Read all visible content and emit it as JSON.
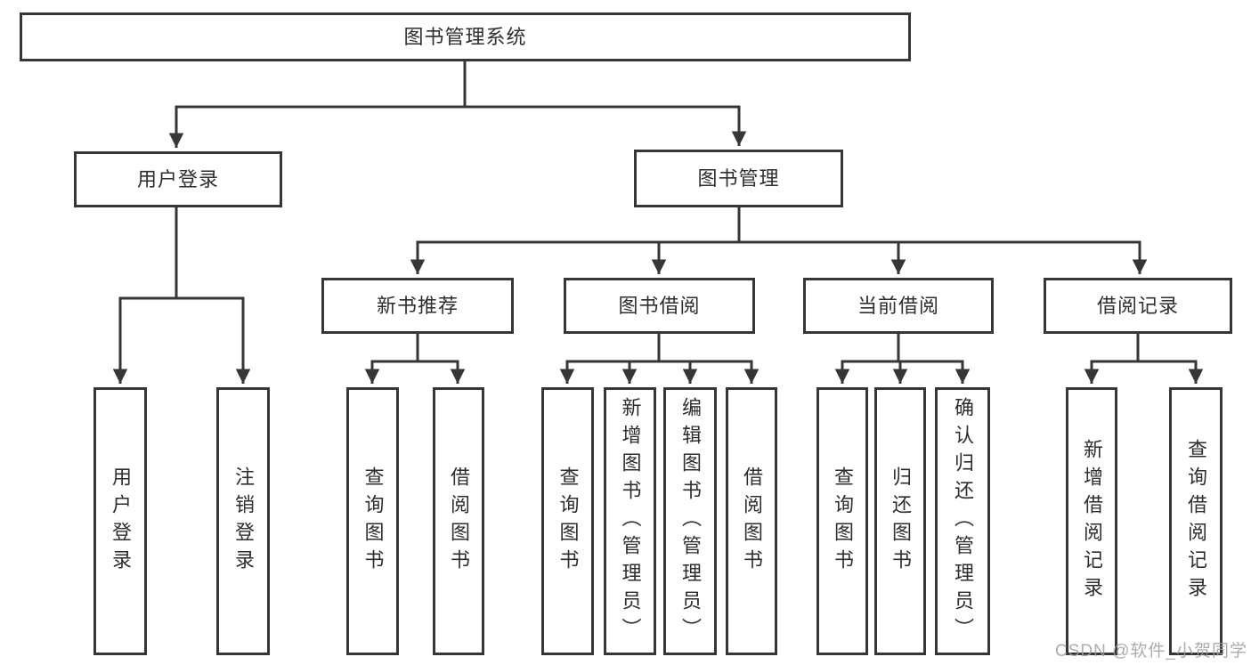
{
  "diagram": {
    "title": "图书管理系统",
    "root": "图书管理系统",
    "level2": {
      "user_login": "用户登录",
      "book_mgmt": "图书管理"
    },
    "level3": {
      "new_book": "新书推荐",
      "book_borrow": "图书借阅",
      "current_borrow": "当前借阅",
      "borrow_record": "借阅记录"
    },
    "leaves": {
      "user_login": [
        "用户登录",
        "注销登录"
      ],
      "new_book": [
        "查询图书",
        "借阅图书"
      ],
      "book_borrow": [
        "查询图书",
        "新增图书（管理员）",
        "编辑图书（管理员）",
        "借阅图书"
      ],
      "current_borrow": [
        "查询图书",
        "归还图书",
        "确认归还（管理员）"
      ],
      "borrow_record": [
        "新增借阅记录",
        "查询借阅记录"
      ]
    }
  },
  "watermark": {
    "text": "CSDN @软件_小贺同学"
  },
  "colors": {
    "line": "#363636",
    "text": "#2e2e2e",
    "background": "#ffffff",
    "watermark": "#9e9e9e"
  }
}
